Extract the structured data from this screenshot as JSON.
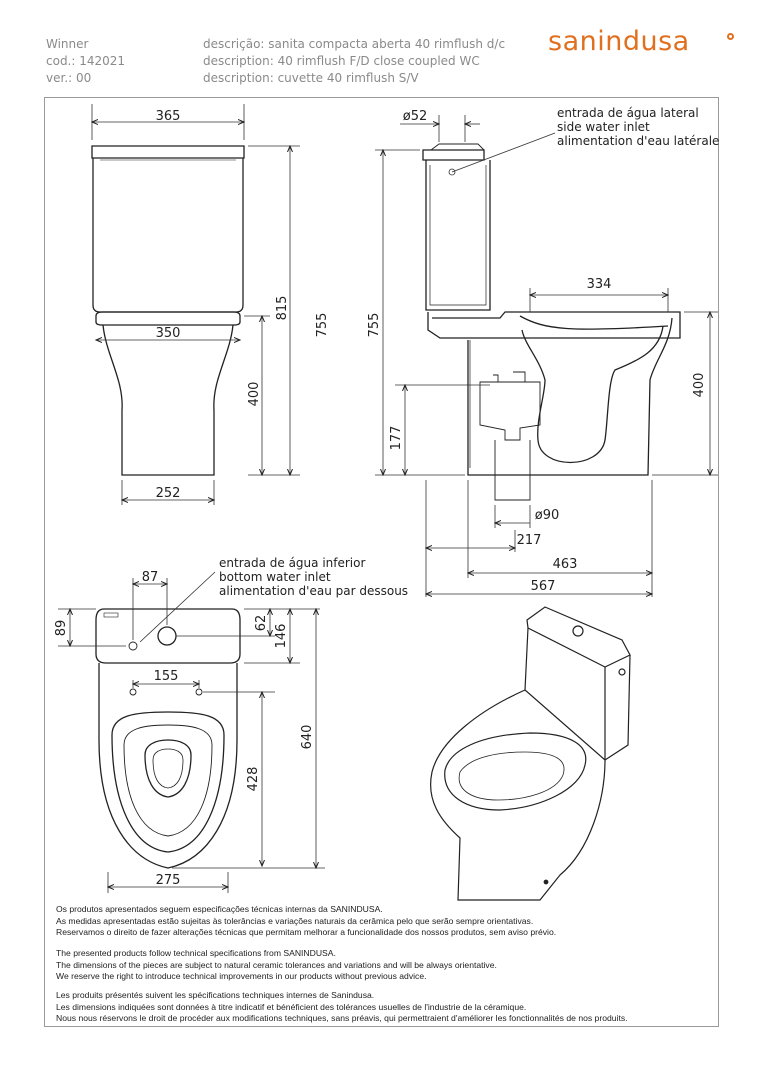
{
  "header": {
    "model": "Winner",
    "code": "cod.: 142021",
    "version": "ver.: 00",
    "desc_pt": "descrição: sanita compacta aberta 40 rimflush d/c",
    "desc_en": "description: 40  rimflush F/D close coupled WC",
    "desc_fr": "description: cuvette 40 rimflush S/V"
  },
  "brand": {
    "logo_text": "sanindusa",
    "color": "#e0701f"
  },
  "front_view": {
    "d_top_width": "365",
    "d_mid_width": "350",
    "d_base_width": "252",
    "d_total_height": "815",
    "d_seat_height": "400"
  },
  "side_view": {
    "d_inlet_diameter": "ø52",
    "side_inlet_pt": "entrada de água lateral",
    "side_inlet_en": "side water inlet",
    "side_inlet_fr": "alimentation d'eau latérale",
    "d_total_height": "755",
    "d_total_height_right": "755",
    "d_bowl_length": "334",
    "d_seat_height": "400",
    "d_outlet_height": "177",
    "d_outlet_diameter": "ø90",
    "d_outlet_distance": "217",
    "d_base_depth": "463",
    "d_total_depth": "567"
  },
  "top_view": {
    "bottom_inlet_pt": "entrada de água inferior",
    "bottom_inlet_en": "bottom water inlet",
    "bottom_inlet_fr": "alimentation d'eau par dessous",
    "d_inlet_offset": "87",
    "d_tank_front": "89",
    "d_inlet_depth": "62",
    "d_tank_depth": "146",
    "d_fixing_distance": "155",
    "d_total_depth": "640",
    "d_fixing_depth": "428",
    "d_bowl_width": "275"
  },
  "footer": {
    "pt": [
      "Os produtos apresentados seguem especificações técnicas internas da SANINDUSA.",
      "As medidas apresentadas estão sujeitas às tolerâncias e variações naturais da cerâmica pelo que serão sempre orientativas.",
      "Reservamos o direito de fazer alterações técnicas que permitam melhorar a funcionalidade dos nossos produtos, sem aviso prévio."
    ],
    "en": [
      "The presented products follow technical specifications from SANINDUSA.",
      "The dimensions of the pieces are subject to natural ceramic tolerances and variations and will be always orientative.",
      "We reserve the right to introduce technical improvements in our products without previous advice."
    ],
    "fr": [
      "Les produits présentés suivent les spécifications techniques internes de Sanindusa.",
      "Les dimensions indiquées sont données à titre indicatif et bénéficient des tolérances usuelles de l'industrie de la céramique.",
      "Nous nous réservons le droit de procéder aux modifications techniques, sans préavis, qui permettraient d'améliorer les fonctionnalités de nos produits."
    ]
  }
}
